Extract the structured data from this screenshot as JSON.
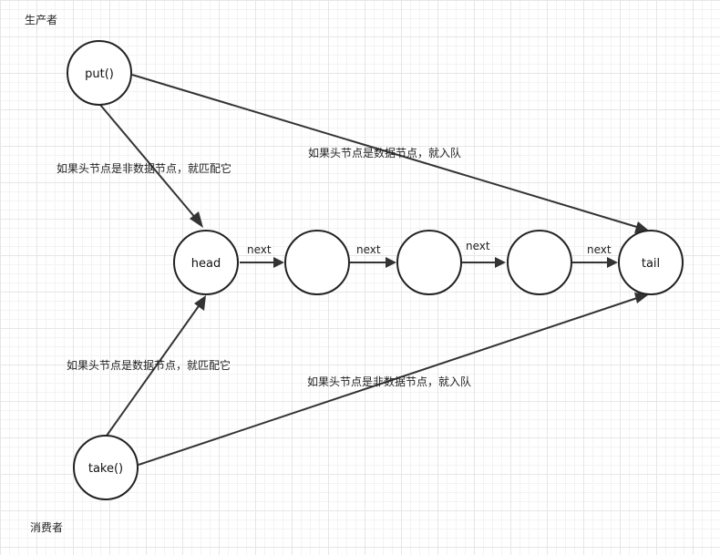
{
  "roles": {
    "producer": "生产者",
    "consumer": "消费者"
  },
  "nodes": {
    "put": "put()",
    "take": "take()",
    "head": "head",
    "n1": "",
    "n2": "",
    "n3": "",
    "tail": "tail"
  },
  "edges": {
    "put_to_head": "如果头节点是非数据节点，就匹配它",
    "put_to_tail": "如果头节点是数据节点，就入队",
    "take_to_head": "如果头节点是数据节点，就匹配它",
    "take_to_tail": "如果头节点是非数据节点，就入队",
    "next1": "next",
    "next2": "next",
    "next3": "next",
    "next4": "next"
  }
}
